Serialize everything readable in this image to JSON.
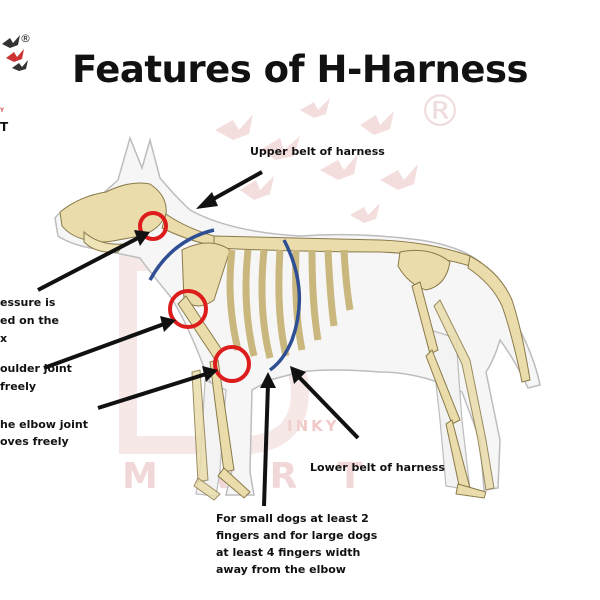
{
  "title": "Features of H-Harness",
  "brand": {
    "top_label": "T",
    "small_label": "Y",
    "registered_mark": "®",
    "watermark_word": "MART",
    "watermark_small": "INKY",
    "watermark_mark": "®"
  },
  "labels": {
    "upper_belt": "Upper belt of harness",
    "lower_belt": "Lower belt of harness",
    "pressure_line1": "essure is",
    "pressure_line2": "ed on the",
    "pressure_line3": "x",
    "shoulder_line1": "oulder joint",
    "shoulder_line2": "freely",
    "elbow_line1": "he elbow joint",
    "elbow_line2": "oves freely",
    "fingers": "For small dogs at least 2 fingers and for large dogs at least 4 fingers width away from the elbow"
  },
  "colors": {
    "bone": "#eadcab",
    "bone_outline": "#8a7a4a",
    "body_outline": "#b9b9b9",
    "harness_belt": "#2e4f93",
    "joint_circle": "#dd1c1c",
    "arrow": "#111111",
    "watermark": "#f0d6d6"
  }
}
